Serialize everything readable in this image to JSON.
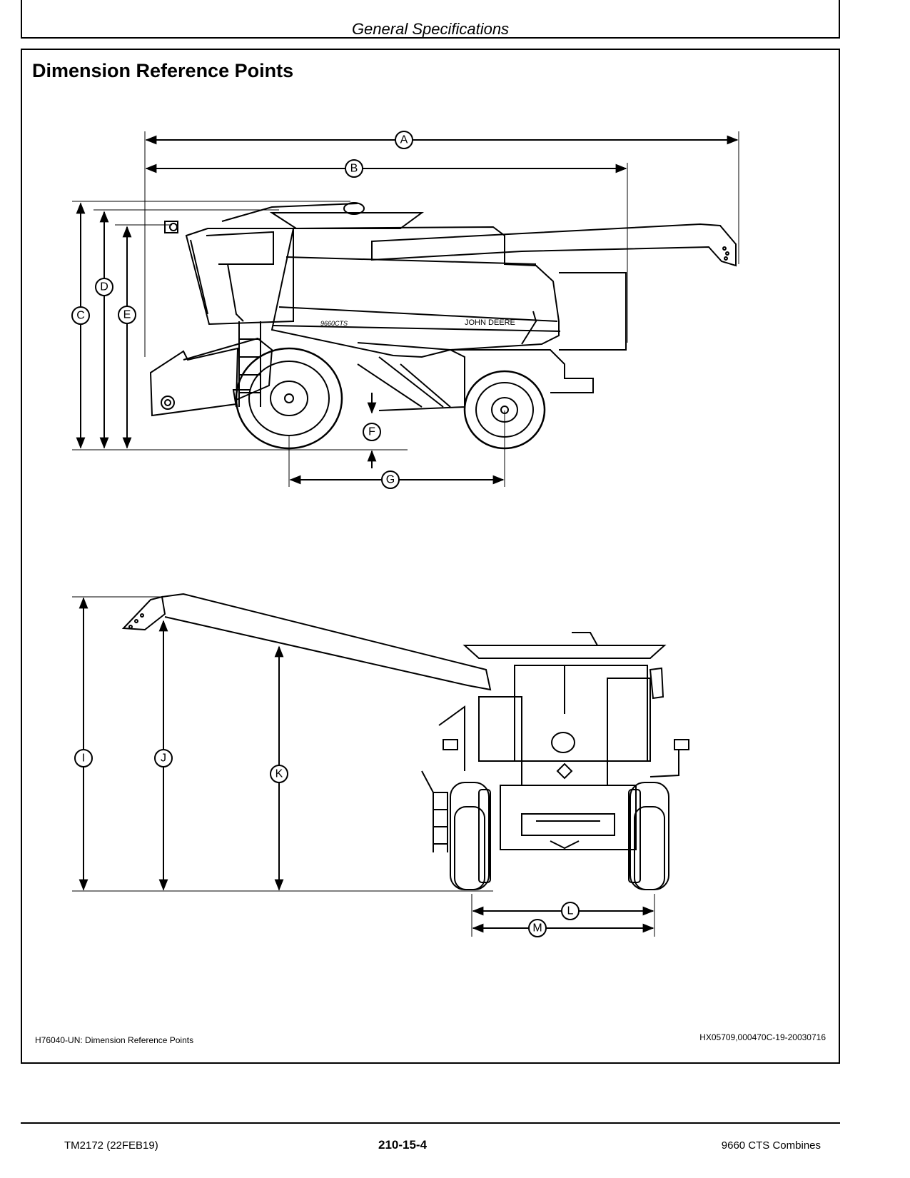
{
  "header": {
    "title": "General Specifications"
  },
  "section": {
    "title": "Dimension Reference Points"
  },
  "figure": {
    "labels": [
      "A",
      "B",
      "C",
      "D",
      "E",
      "F",
      "G",
      "I",
      "J",
      "K",
      "L",
      "M"
    ],
    "side_view_model_badge": "9660CTS",
    "side_view_brand": "JOHN DEERE",
    "caption": "H76040-UN: Dimension Reference Points",
    "doc_id": "HX05709,000470C-19-20030716"
  },
  "footer": {
    "manual": "TM2172 (22FEB19)",
    "page": "210-15-4",
    "model": "9660 CTS Combines"
  }
}
